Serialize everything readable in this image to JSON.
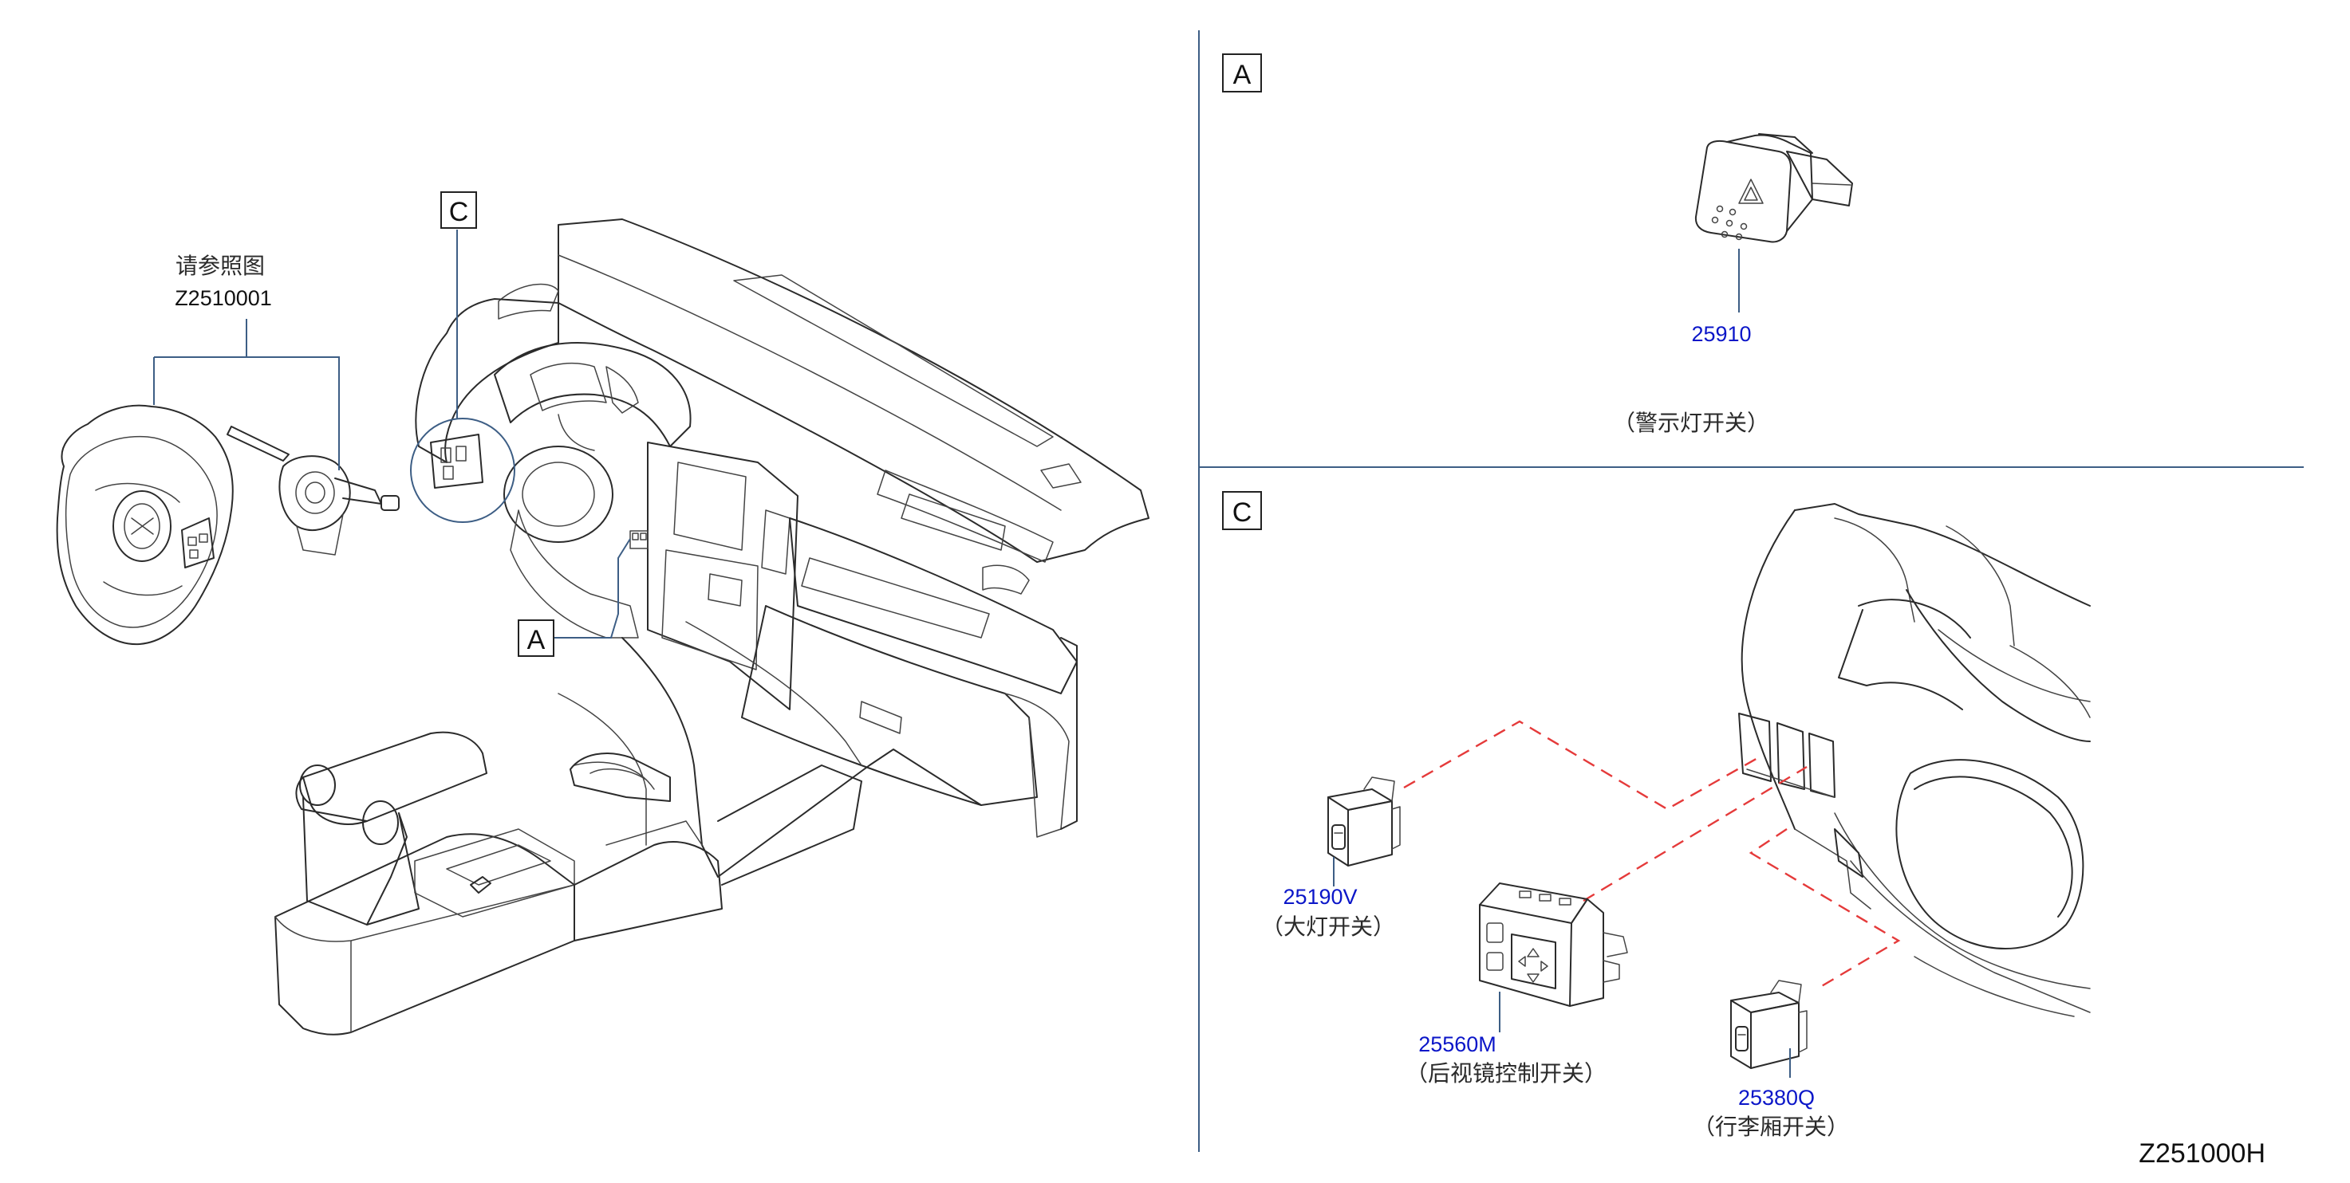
{
  "diagram_code": "Z251000H",
  "reference": {
    "note": "请参照图",
    "code": "Z2510001"
  },
  "callouts": {
    "a_letter": "A",
    "c_letter": "C"
  },
  "parts": {
    "hazard_switch": {
      "number": "25910",
      "name": "（警示灯开关）"
    },
    "headlamp_switch": {
      "number": "25190V",
      "name": "（大灯开关）"
    },
    "mirror_switch": {
      "number": "25560M",
      "name": "（后视镜控制开关）"
    },
    "trunk_switch": {
      "number": "25380Q",
      "name": "（行李厢开关）"
    }
  },
  "colors": {
    "part_number": "#0b16c8",
    "leader_line": "#3d5e85",
    "dashed_link": "#e53a3a",
    "line_art": "#2b2b2b"
  }
}
